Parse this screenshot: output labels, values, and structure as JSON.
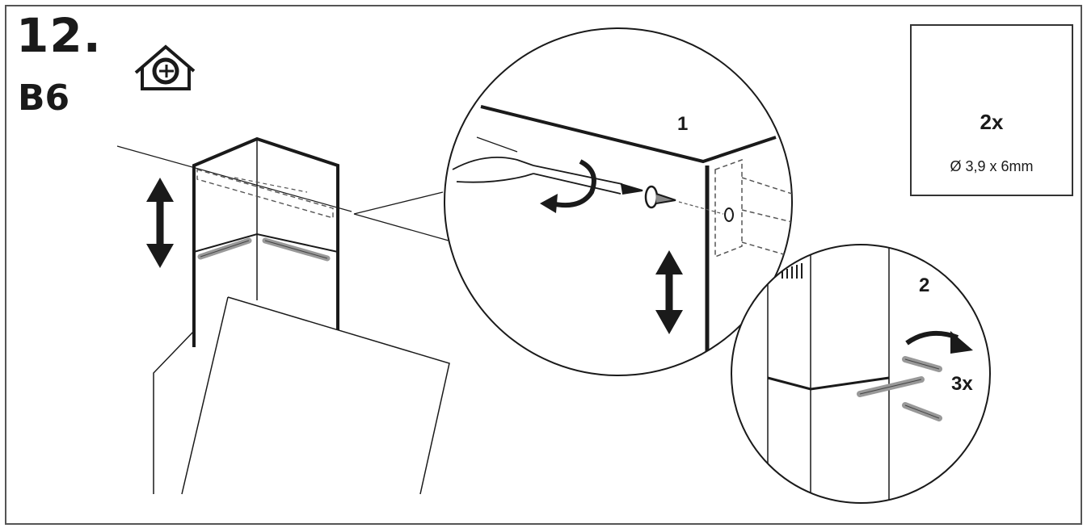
{
  "step": {
    "number": "12.",
    "variant": "B6"
  },
  "callouts": {
    "step1": "1",
    "step2": "2",
    "clip_quantity": "3x"
  },
  "parts_box": {
    "quantity": "2x",
    "spec": "Ø 3,9 x 6mm",
    "icon": "screw-icon"
  },
  "icons": {
    "location": "house-chimney-icon",
    "adjust_height": "double-arrow-vertical-icon",
    "rotate": "rotate-arrow-icon"
  },
  "colors": {
    "line": "#1a1a1a",
    "dashed": "#555555",
    "panel_slot": "#bbbbbb"
  }
}
